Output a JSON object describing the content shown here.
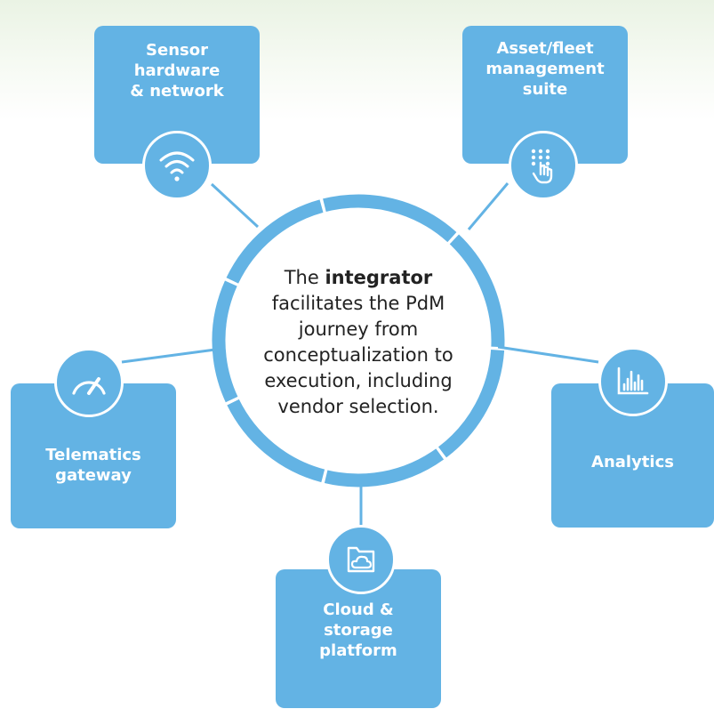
{
  "colors": {
    "accent": "#63b3e4",
    "ring": "#63b3e4",
    "text": "#222222",
    "box_text": "#ffffff"
  },
  "center": {
    "prefix": "The ",
    "bold": "integrator",
    "rest": "facilitates the PdM journey from conceptualization to execution, including vendor selection."
  },
  "nodes": {
    "sensor": {
      "label": "Sensor\nhardware\n& network",
      "icon": "wifi-icon"
    },
    "asset": {
      "label": "Asset/fleet\nmanagement\nsuite",
      "icon": "touch-keypad-icon"
    },
    "telematics": {
      "label": "Telematics\ngateway",
      "icon": "speedometer-icon"
    },
    "analytics": {
      "label": "Analytics",
      "icon": "bar-chart-icon"
    },
    "cloud": {
      "label": "Cloud &\nstorage\nplatform",
      "icon": "cloud-folder-icon"
    }
  }
}
